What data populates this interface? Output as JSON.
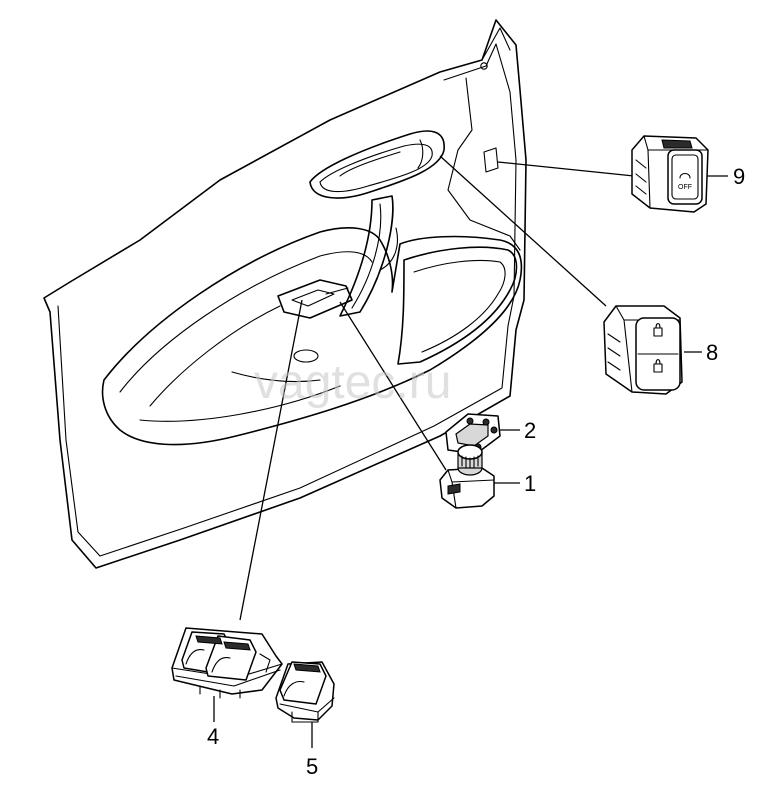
{
  "watermark": "vagtec.ru",
  "callouts": {
    "c1": "1",
    "c2": "2",
    "c4": "4",
    "c5": "5",
    "c8": "8",
    "c9": "9"
  },
  "switch_label": "OFF"
}
